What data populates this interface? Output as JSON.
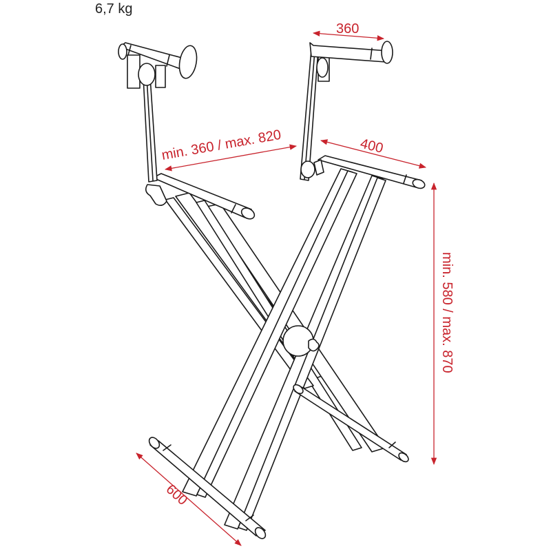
{
  "product": {
    "weight": "6,7 kg"
  },
  "dimensions": {
    "upper_tier_arm_width": "360",
    "tier_spacing": "min. 360 / max. 820",
    "top_bar_width": "400",
    "height": "min. 580 / max. 870",
    "base_foot_width": "600"
  },
  "colors": {
    "dimension_red": "#c8232c",
    "line_black": "#1a1a1a",
    "background": "#ffffff"
  }
}
